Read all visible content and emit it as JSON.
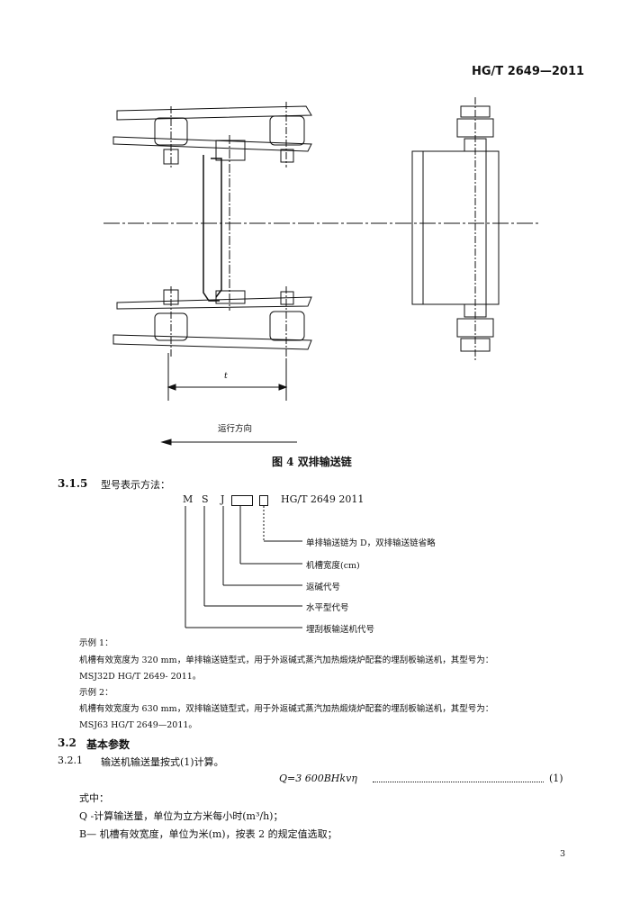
{
  "header": {
    "standard_no": "HG/T 2649—2011"
  },
  "figure": {
    "dimension_label": "t",
    "direction_label": "运行方向",
    "caption": "图 4   双排输送链"
  },
  "section_315": {
    "number": "3.1.5",
    "title": "型号表示方法：",
    "model_letters": [
      "M",
      "S",
      "J"
    ],
    "standard": "HG/T 2649   2011",
    "legend": [
      "单排输送链为 D，双排输送链省略",
      "机槽宽度(cm)",
      "返碱代号",
      "水平型代号",
      "埋刮板输送机代号"
    ],
    "example1_label": "示例 1：",
    "example1_text": "机槽有效宽度为 320 mm，单排输送链型式，用于外返碱式蒸汽加热煅烧炉配套的埋刮板输送机，其型号为：",
    "example1_model": "MSJ32D   HG/T 2649- 2011。",
    "example2_label": "示例 2：",
    "example2_text": "机槽有效宽度为 630 mm，双排输送链型式，用于外返碱式蒸汽加热煅烧炉配套的埋刮板输送机，其型号为：",
    "example2_model": "MSJ63   HG/T 2649—2011。"
  },
  "section_32": {
    "number": "3.2",
    "title": "基本参数",
    "sub_number": "3.2.1",
    "sub_text": "输送机输送量按式(1)计算。",
    "formula": "Q=3 600BHkvη",
    "formula_no": "(1)",
    "where": "式中：",
    "q_def": "Q   -计算输送量，单位为立方米每小时(m³/h)；",
    "b_def": "B— 机槽有效宽度，单位为米(m)，按表 2 的规定值选取；"
  },
  "page_number": "3"
}
